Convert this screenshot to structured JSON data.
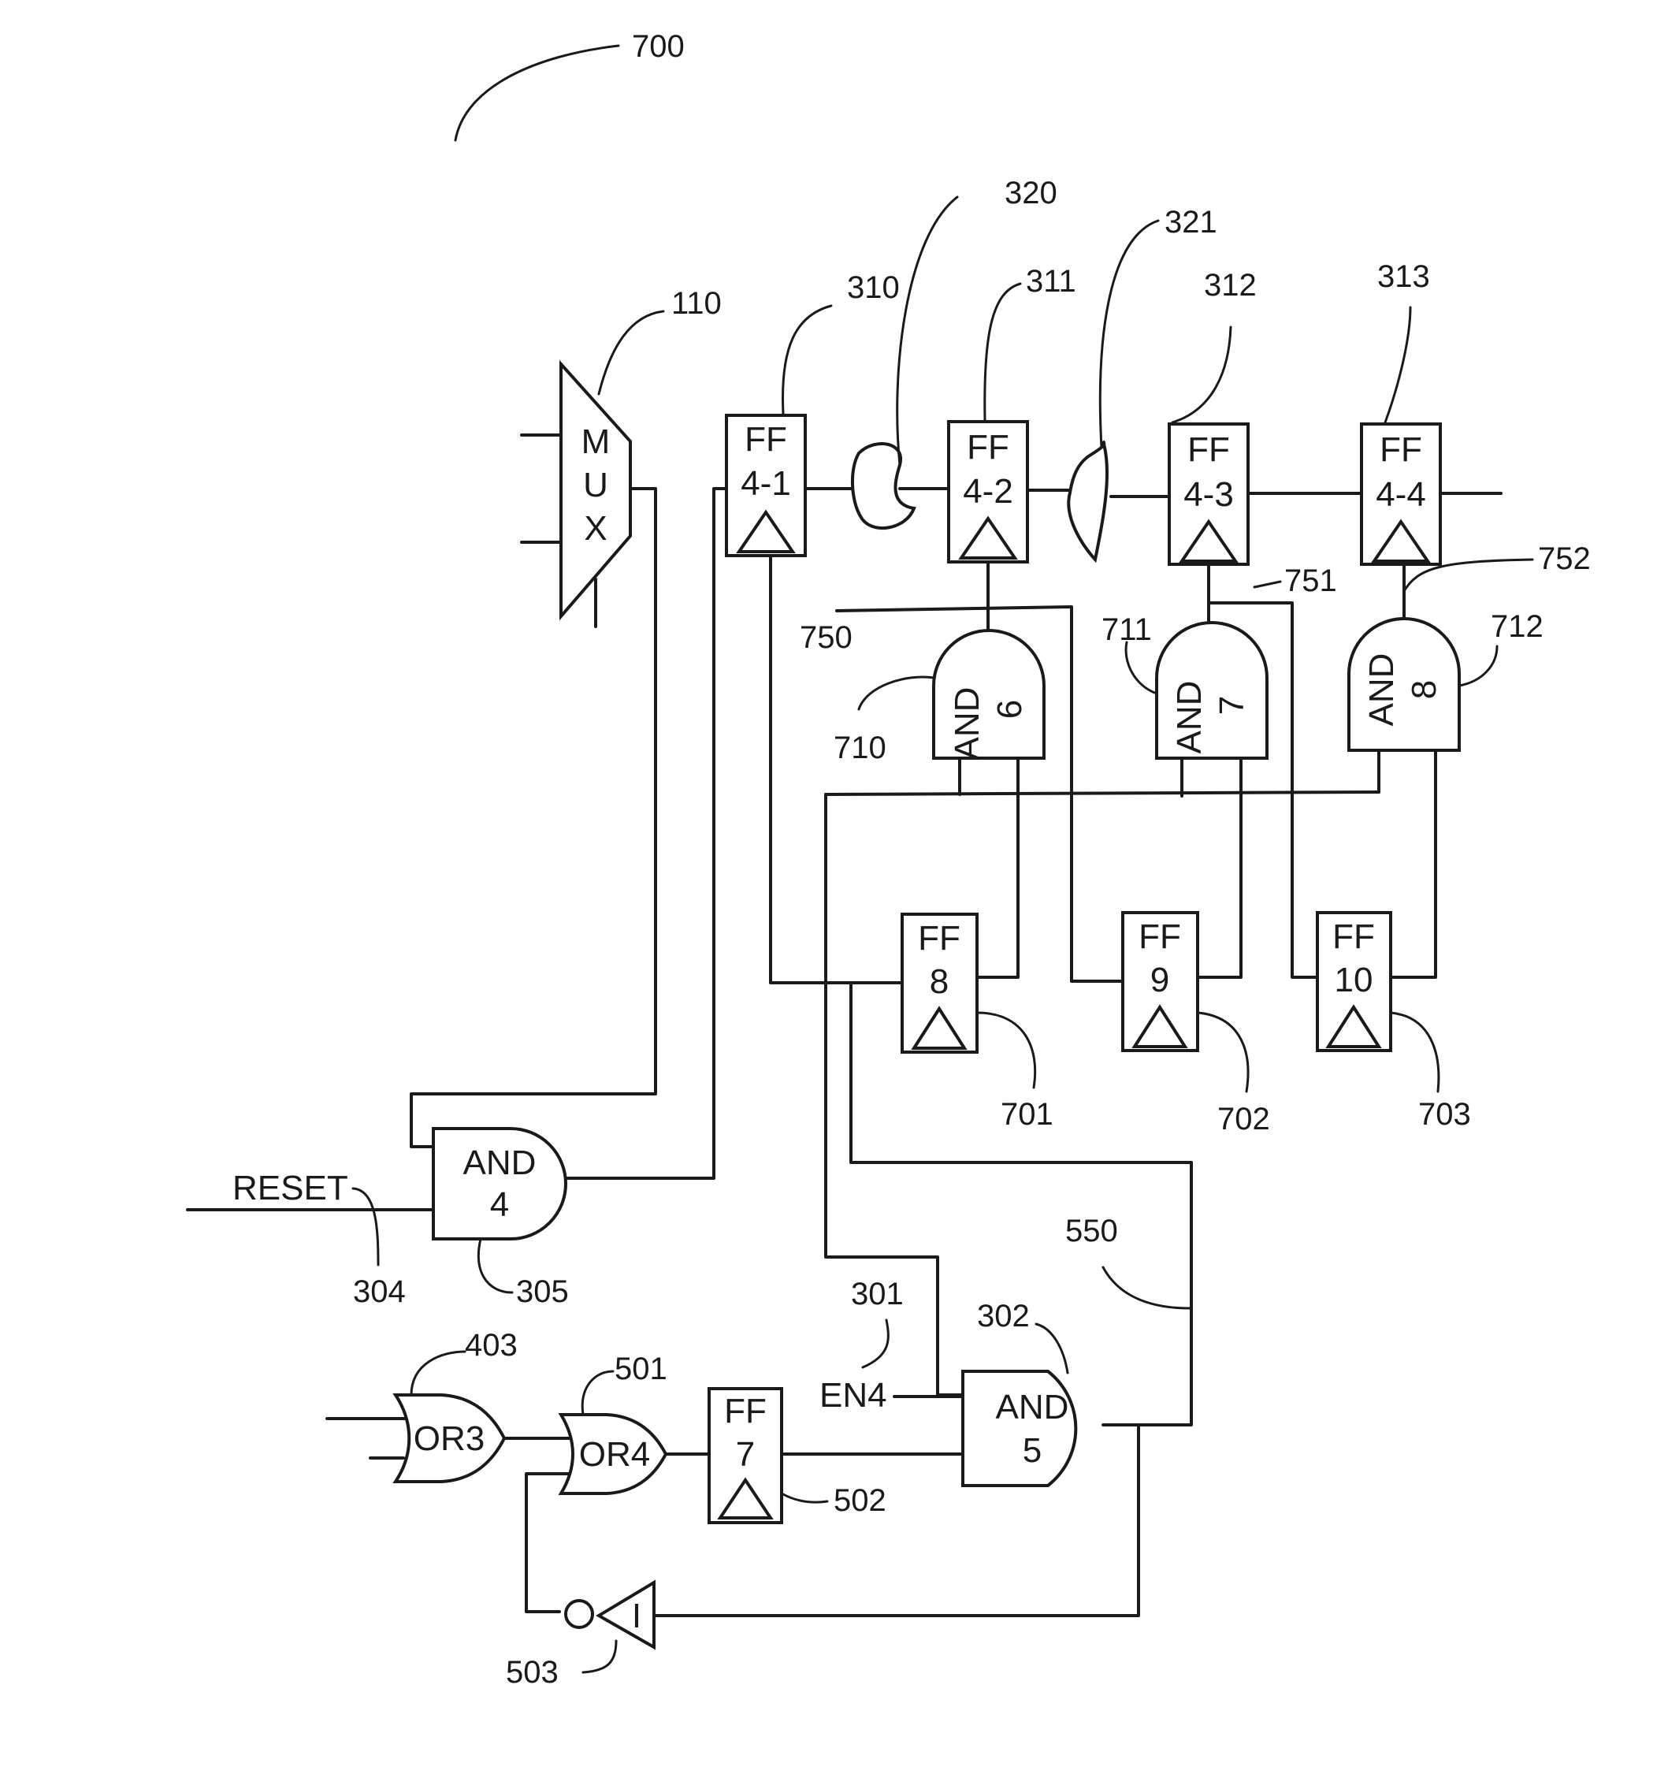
{
  "figure_ref": "700",
  "components": {
    "mux": {
      "ref": "110",
      "letters": [
        "M",
        "U",
        "X"
      ]
    },
    "ff4_1": {
      "ref": "310",
      "line1": "FF",
      "line2": "4-1"
    },
    "ff4_2": {
      "ref": "311",
      "line1": "FF",
      "line2": "4-2"
    },
    "ff4_3": {
      "ref": "312",
      "line1": "FF",
      "line2": "4-3"
    },
    "ff4_4": {
      "ref": "313",
      "line1": "FF",
      "line2": "4-4"
    },
    "delay1": {
      "ref": "320"
    },
    "delay2": {
      "ref": "321"
    },
    "and6": {
      "ref": "710",
      "line1": "AND",
      "line2": "6"
    },
    "and7": {
      "ref": "711",
      "line1": "AND",
      "line2": "7"
    },
    "and8": {
      "ref": "712",
      "line1": "AND",
      "line2": "8"
    },
    "ff8": {
      "ref": "701",
      "line1": "FF",
      "line2": "8"
    },
    "ff9": {
      "ref": "702",
      "line1": "FF",
      "line2": "9"
    },
    "ff10": {
      "ref": "703",
      "line1": "FF",
      "line2": "10"
    },
    "and4": {
      "ref": "305",
      "line1": "AND",
      "line2": "4"
    },
    "and5": {
      "ref": "302",
      "line1": "AND",
      "line2": "5"
    },
    "or3": {
      "ref": "403",
      "label": "OR3"
    },
    "or4": {
      "ref": "501",
      "label": "OR4"
    },
    "ff7": {
      "ref": "502",
      "line1": "FF",
      "line2": "7"
    },
    "inverter": {
      "ref": "503",
      "label": "I"
    }
  },
  "signals": {
    "reset": {
      "label": "RESET",
      "ref": "304"
    },
    "en4": {
      "label": "EN4",
      "ref": "301"
    },
    "net750": "750",
    "net751": "751",
    "net752": "752",
    "net550": "550"
  }
}
